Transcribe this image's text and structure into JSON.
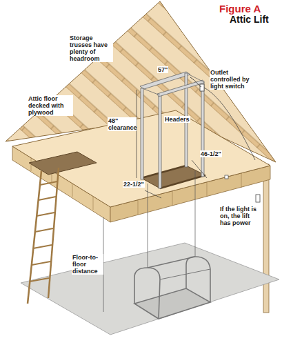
{
  "diagram": {
    "title": "Figure A",
    "labels": [
      "Attic Lift",
      "Storage trusses have plenty of headroom",
      "Attic floor decked with plywood",
      "57\"",
      "48\" clearance",
      "Headers",
      "46-1/2\"",
      "22-1/2\"",
      "Outlet controlled by light switch",
      "If the light is on, the lift has power",
      "Floor-to-floor distance"
    ]
  }
}
